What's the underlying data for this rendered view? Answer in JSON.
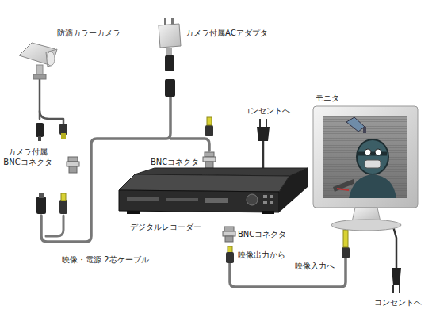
{
  "diagram": {
    "labels": [
      "防滴カラーカメラ",
      "カメラ付属ACアダプタ",
      "カメラ付属 BNCコネクタ",
      "BNCコネクタ",
      "コンセントへ",
      "モニタ",
      "デジタルレコーダー",
      "BNCコネクタ",
      "映像出力から",
      "映像入力へ",
      "映像・電源 2芯ケーブル",
      "コンセントへ"
    ]
  }
}
